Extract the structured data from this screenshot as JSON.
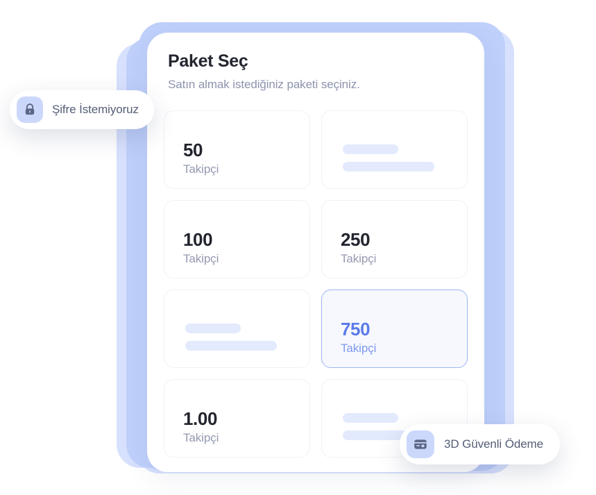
{
  "panel": {
    "title": "Paket Seç",
    "subtitle": "Satın almak istediğiniz paketi seçiniz."
  },
  "packages": [
    {
      "amount": "50",
      "unit": "Takipçi",
      "state": "normal",
      "selected": false
    },
    {
      "amount": "",
      "unit": "",
      "state": "skeleton",
      "selected": false
    },
    {
      "amount": "100",
      "unit": "Takipçi",
      "state": "normal",
      "selected": false
    },
    {
      "amount": "250",
      "unit": "Takipçi",
      "state": "normal",
      "selected": false
    },
    {
      "amount": "",
      "unit": "",
      "state": "skeleton",
      "selected": false
    },
    {
      "amount": "750",
      "unit": "Takipçi",
      "state": "normal",
      "selected": true
    },
    {
      "amount": "1.00",
      "unit": "Takipçi",
      "state": "normal",
      "selected": false
    },
    {
      "amount": "",
      "unit": "",
      "state": "skeleton",
      "selected": false
    }
  ],
  "badges": {
    "password": {
      "label": "Şifre İstemiyoruz",
      "icon": "lock-icon"
    },
    "payment": {
      "label": "3D Güvenli Ödeme",
      "icon": "credit-card-icon"
    }
  },
  "colors": {
    "accent": "#5b7ce8",
    "selected_border": "#9db4f3",
    "selected_bg": "#f6f8fe",
    "skeleton_bar": "#e3eafd",
    "badge_icon_bg": "#ccd8fb",
    "badge_icon_fg": "#5b6584",
    "title_text": "#23252f",
    "muted_text": "#8d93ad",
    "layer_blue_dark": "#bfd0fb",
    "layer_blue_light": "#d7e1fd"
  }
}
